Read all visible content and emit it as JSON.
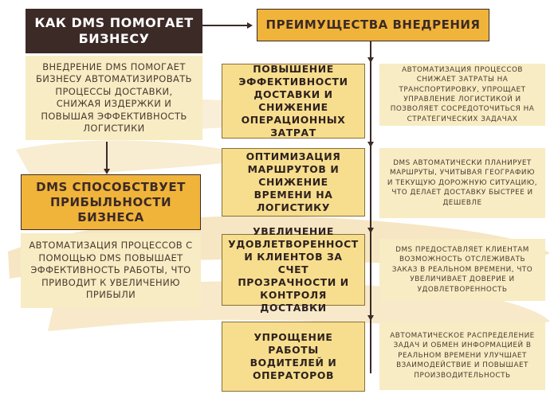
{
  "colors": {
    "dark_brown": "#3c2a27",
    "gold": "#f0b43a",
    "light_gold": "#f6de8e",
    "cream": "#f7ecc3",
    "brush": "#f4e2b8"
  },
  "left": {
    "title": "КАК DMS ПОМОГАЕТ БИЗНЕСУ",
    "intro": "ВНЕДРЕНИЕ DMS ПОМОГАЕТ БИЗНЕСУ АВТОМАТИЗИРОВАТЬ ПРОЦЕССЫ ДОСТАВКИ, СНИЖАЯ ИЗДЕРЖКИ И ПОВЫШАЯ ЭФФЕКТИВНОСТЬ ЛОГИСТИКИ",
    "profit_title": "DMS СПОСОБСТВУЕТ ПРИБЫЛЬНОСТИ БИЗНЕСА",
    "profit_text": "АВТОМАТИЗАЦИЯ ПРОЦЕССОВ С ПОМОЩЬЮ DMS ПОВЫШАЕТ ЭФФЕКТИВНОСТЬ РАБОТЫ, ЧТО ПРИВОДИТ К УВЕЛИЧЕНИЮ ПРИБЫЛИ"
  },
  "right": {
    "title": "ПРЕИМУЩЕСТВА ВНЕДРЕНИЯ",
    "benefits": [
      {
        "title": "ПОВЫШЕНИЕ ЭФФЕКТИВНОСТИ ДОСТАВКИ И СНИЖЕНИЕ ОПЕРАЦИОННЫХ ЗАТРАТ",
        "desc": "АВТОМАТИЗАЦИЯ ПРОЦЕССОВ СНИЖАЕТ ЗАТРАТЫ НА ТРАНСПОРТИРОВКУ, УПРОЩАЕТ УПРАВЛЕНИЕ ЛОГИСТИКОЙ И ПОЗВОЛЯЕТ СОСРЕДОТОЧИТЬСЯ НА СТРАТЕГИЧЕСКИХ ЗАДАЧАХ"
      },
      {
        "title": "ОПТИМИЗАЦИЯ МАРШРУТОВ И СНИЖЕНИЕ ВРЕМЕНИ НА ЛОГИСТИКУ",
        "desc": "DMS АВТОМАТИЧЕСКИ ПЛАНИРУЕТ МАРШРУТЫ, УЧИТЫВАЯ ГЕОГРАФИЮ И ТЕКУЩУЮ ДОРОЖНУЮ СИТУАЦИЮ, ЧТО ДЕЛАЕТ ДОСТАВКУ БЫСТРЕЕ И ДЕШЕВЛЕ"
      },
      {
        "title": "УВЕЛИЧЕНИЕ УДОВЛЕТВОРЕННОСТ И КЛИЕНТОВ ЗА СЧЕТ ПРОЗРАЧНОСТИ И КОНТРОЛЯ ДОСТАВКИ",
        "desc": "DMS ПРЕДОСТАВЛЯЕТ КЛИЕНТАМ ВОЗМОЖНОСТЬ ОТСЛЕЖИВАТЬ ЗАКАЗ В РЕАЛЬНОМ ВРЕМЕНИ, ЧТО УВЕЛИЧИВАЕТ ДОВЕРИЕ И УДОВЛЕТВОРЕННОСТЬ"
      },
      {
        "title": "УПРОЩЕНИЕ РАБОТЫ ВОДИТЕЛЕЙ И ОПЕРАТОРОВ",
        "desc": "АВТОМАТИЧЕСКОЕ РАСПРЕДЕЛЕНИЕ ЗАДАЧ И ОБМЕН ИНФОРМАЦИЕЙ В РЕАЛЬНОМ ВРЕМЕНИ УЛУЧШАЕТ ВЗАИМОДЕЙСТВИЕ И ПОВЫШАЕТ ПРОИЗВОДИТЕЛЬНОСТЬ"
      }
    ]
  }
}
